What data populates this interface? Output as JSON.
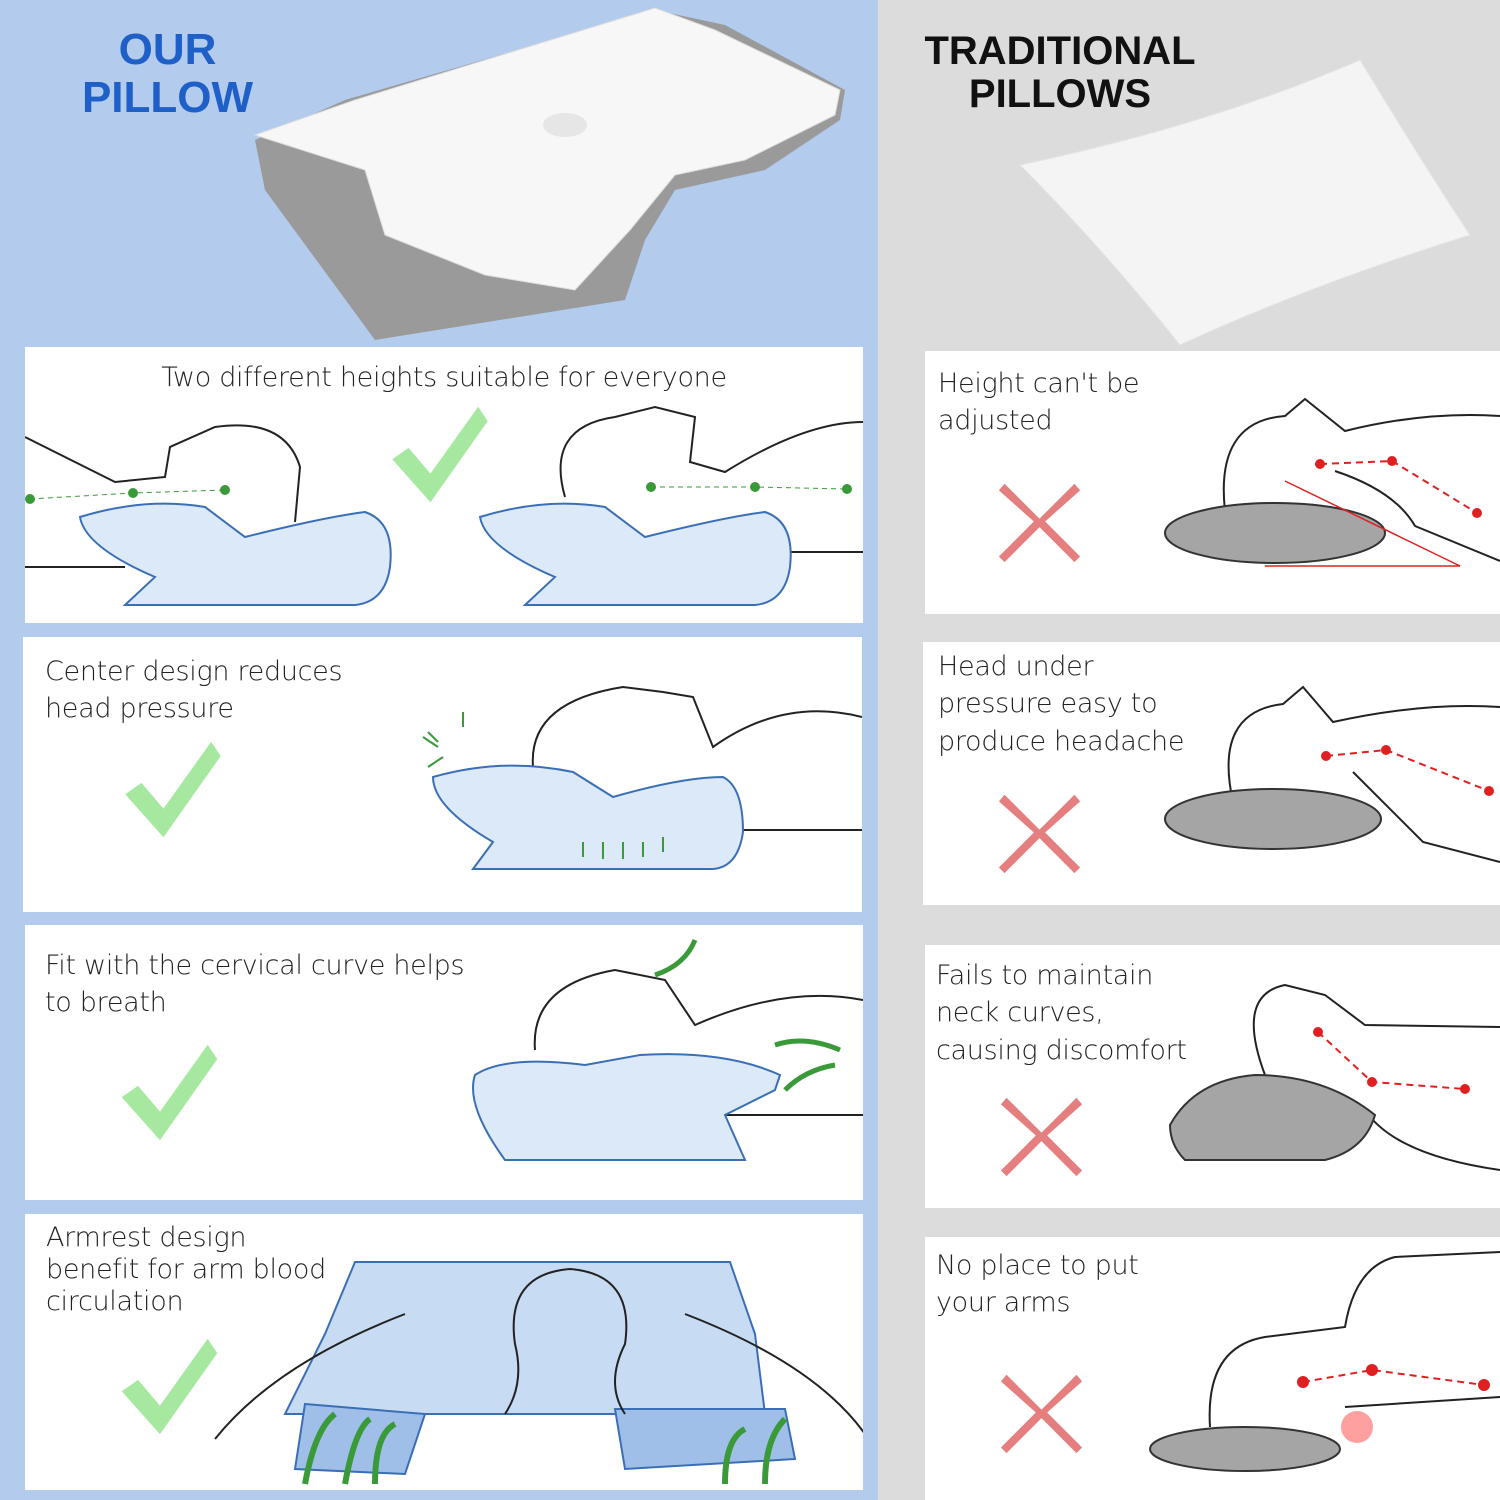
{
  "left": {
    "title_line1": "OUR",
    "title_line2": "PILLOW",
    "features": [
      {
        "text": "Two different heights suitable for everyone",
        "mark": "check"
      },
      {
        "text_line1": "Center design reduces",
        "text_line2": "head pressure",
        "mark": "check"
      },
      {
        "text_line1": "Fit with the cervical curve helps",
        "text_line2": "to breath",
        "mark": "check"
      },
      {
        "text_line1": "Armrest design",
        "text_line2": "benefit for arm blood",
        "text_line3": "circulation",
        "mark": "check"
      }
    ]
  },
  "right": {
    "title_line1": "TRADITIONAL",
    "title_line2": "PILLOWS",
    "features": [
      {
        "text_line1": "Height can't be",
        "text_line2": "adjusted",
        "mark": "cross"
      },
      {
        "text_line1": "Head under",
        "text_line2": "pressure easy to",
        "text_line3": "produce headache",
        "mark": "cross"
      },
      {
        "text_line1": "Fails to maintain",
        "text_line2": "neck curves,",
        "text_line3": "causing discomfort",
        "mark": "cross"
      },
      {
        "text_line1": "No place to put",
        "text_line2": "your arms",
        "mark": "cross"
      }
    ]
  },
  "colors": {
    "accent_blue": "#1f5fc8",
    "left_bg": "#b3cbec",
    "right_bg": "#dcdcdc",
    "check": "#a6e8a0",
    "cross": "#e57f7f",
    "pillow_fill": "#dce9f8"
  }
}
